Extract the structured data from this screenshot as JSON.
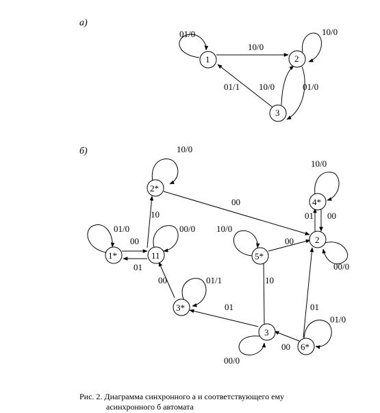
{
  "section_a_label": "а)",
  "section_b_label": "б)",
  "caption": {
    "line1": "Рис. 2. Диаграмма синхронного а и соответствующего ему",
    "line2": "асинхронного б автомата"
  },
  "diagram_a": {
    "states": [
      "1",
      "2",
      "3"
    ],
    "edge_labels": {
      "loop_1": "01/0",
      "e_1_2": "10/0",
      "loop_2": "10/0",
      "e_3_1": "01/1",
      "e_3_2": "10/0",
      "e_2_3": "01/0"
    }
  },
  "diagram_b": {
    "states": [
      "2*",
      "4*",
      "1*",
      "11",
      "5*",
      "2",
      "3*",
      "3",
      "6*"
    ],
    "edge_labels": {
      "loop_2s": "10/0",
      "e_2s_2": "00",
      "loop_4s": "10/0",
      "e_2_4s": "01",
      "e_4s_2": "00",
      "e_11_2s": "10",
      "loop_1s": "01/0",
      "loop_11": "00/0",
      "e_1s_11": "00",
      "e_11_1s": "01",
      "loop_5s": "10/0",
      "e_5s_2": "00",
      "loop_2": "00/0",
      "e_3s_11": "00",
      "loop_3s": "01/1",
      "e_5s_3": "10",
      "e_3_3s": "01",
      "e_6s_2": "01",
      "loop_6s": "01/0",
      "loop_3": "00/0",
      "e_6s_3": "00"
    }
  }
}
